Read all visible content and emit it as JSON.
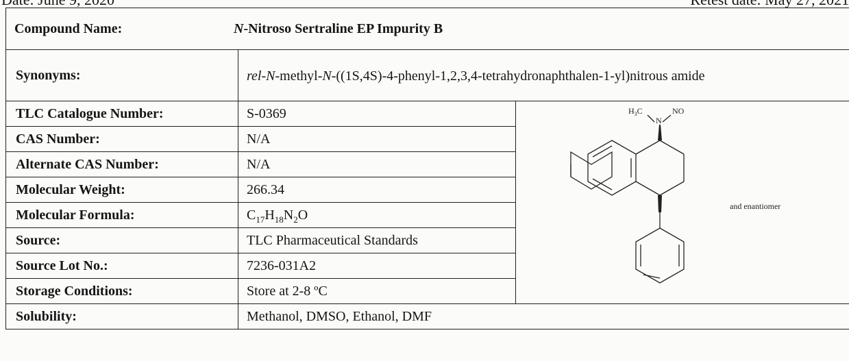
{
  "header": {
    "date_left": "Date: June 9, 2020",
    "date_right": "Retest date: May 27, 2021"
  },
  "compound": {
    "name_label": "Compound Name:",
    "name_prefix": "N",
    "name_rest": "-Nitroso Sertraline EP Impurity B"
  },
  "synonyms": {
    "label": "Synonyms:",
    "prefix_italic": "rel-N",
    "text1": "-methyl-",
    "italic2": "N",
    "text2": "-((1S,4S)-4-phenyl-1,2,3,4-tetrahydronaphthalen-1-yl)nitrous amide"
  },
  "rows": [
    {
      "label": "TLC Catalogue Number:",
      "value": "S-0369"
    },
    {
      "label": "CAS Number:",
      "value": "N/A"
    },
    {
      "label": "Alternate CAS Number:",
      "value": "N/A"
    },
    {
      "label": "Molecular Weight:",
      "value": "266.34"
    }
  ],
  "formula": {
    "label": "Molecular Formula:",
    "c": "C",
    "c_n": "17",
    "h": "H",
    "h_n": "18",
    "n": "N",
    "n_n": "2",
    "o": "O"
  },
  "rows2": [
    {
      "label": "Source:",
      "value": "TLC Pharmaceutical Standards"
    },
    {
      "label": "Source Lot No.:",
      "value": "7236-031A2"
    },
    {
      "label": "Storage Conditions:",
      "value": "Store at 2-8 ºC"
    },
    {
      "label": "Solubility:",
      "value": "Methanol, DMSO, Ethanol, DMF"
    }
  ],
  "structure": {
    "h3c": "H",
    "h3c_sub": "3",
    "h3c_c": "C",
    "n_label": "N",
    "no_label": "NO",
    "note": "and enantiomer"
  }
}
